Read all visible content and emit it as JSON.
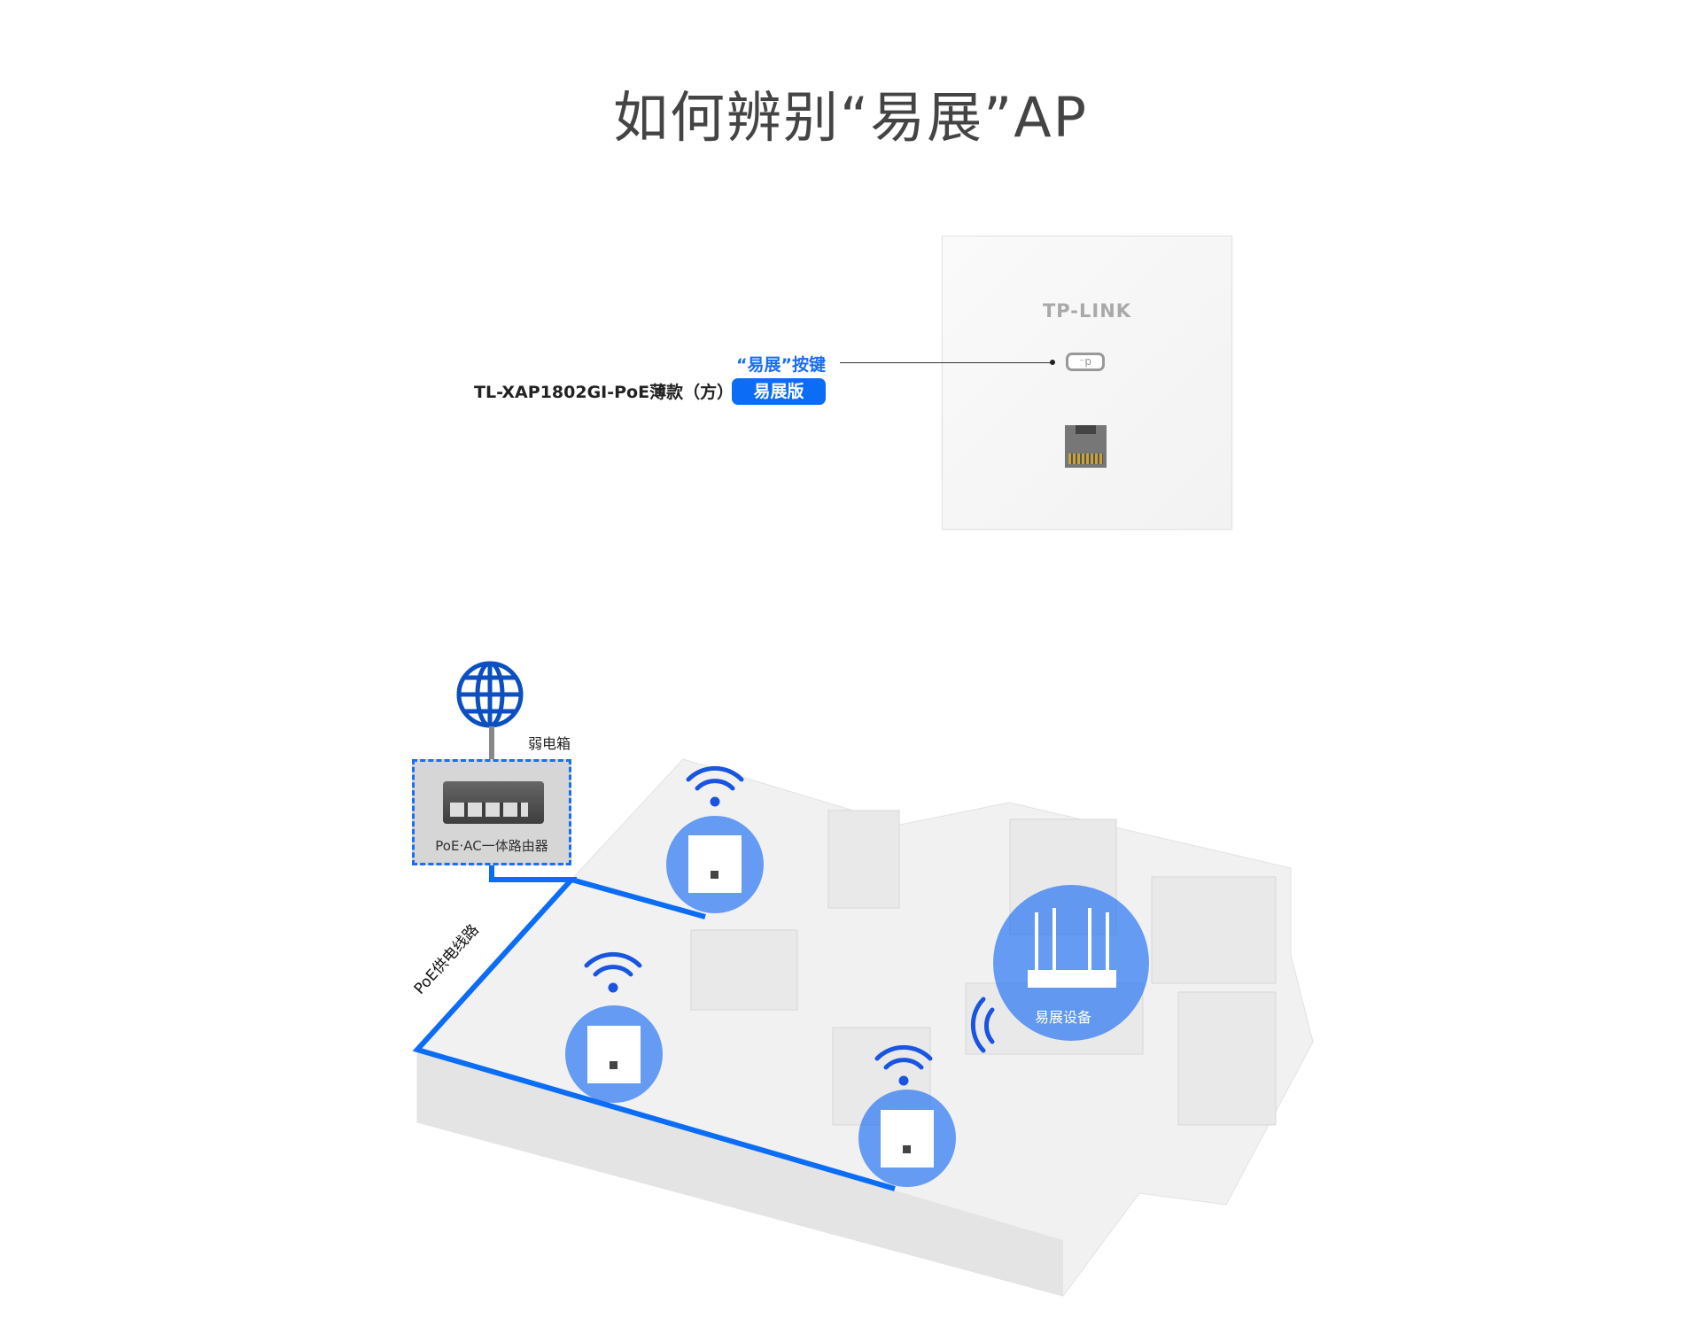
{
  "title": "如何辨别“易展”AP",
  "product": {
    "brand_logo": "TP-LINK",
    "key_label": "“易展”按键",
    "model": "TL-XAP1802GI-PoE薄款（方）",
    "badge": "易展版"
  },
  "diagram": {
    "cabinet_label": "弱电箱",
    "router_label": "PoE·AC一体路由器",
    "cable_label": "PoE供电线路",
    "mesh_device_label": "易展设备",
    "icons": [
      "globe-icon",
      "wifi-icon",
      "wall-ap-icon",
      "router-icon"
    ],
    "accent_color": "#0b6cf5"
  }
}
